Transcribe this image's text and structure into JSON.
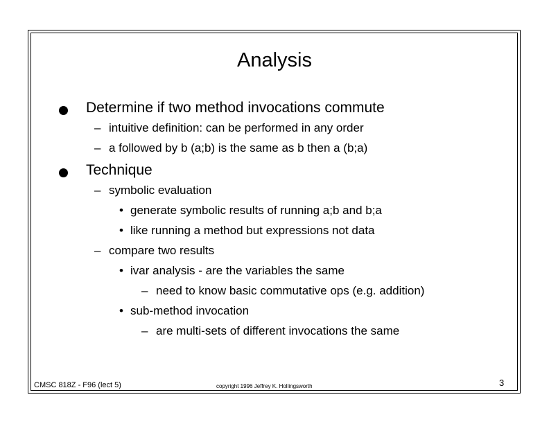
{
  "slide": {
    "title": "Analysis",
    "bullets": [
      {
        "text": "Determine if two method invocations commute",
        "subs": [
          {
            "text": "intuitive definition: can be performed in any order"
          },
          {
            "text": "a followed by b (a;b) is the same as b then a (b;a)"
          }
        ]
      },
      {
        "text": "Technique",
        "subs": [
          {
            "text": "symbolic evaluation",
            "items": [
              {
                "text": "generate symbolic results of running a;b and b;a"
              },
              {
                "text": "like running a method but expressions not data"
              }
            ]
          },
          {
            "text": "compare two results",
            "items": [
              {
                "text": "ivar analysis - are the variables the same",
                "subs": [
                  {
                    "text": "need to know basic commutative ops (e.g. addition)"
                  }
                ]
              },
              {
                "text": "sub-method invocation",
                "subs": [
                  {
                    "text": "are multi-sets of different invocations the same"
                  }
                ]
              }
            ]
          }
        ]
      }
    ],
    "dash_marker": "–",
    "dot_marker": "•"
  },
  "footer": {
    "course": "CMSC 818Z - F96  (lect 5)",
    "copyright": "copyright 1996 Jeffrey K. Hollingsworth",
    "page_number": "3"
  }
}
